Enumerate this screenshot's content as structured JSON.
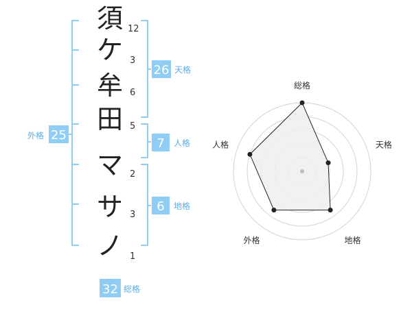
{
  "name": {
    "chars": [
      {
        "char": "須",
        "strokes": "12"
      },
      {
        "char": "ケ",
        "strokes": "3"
      },
      {
        "char": "牟",
        "strokes": "6"
      },
      {
        "char": "田",
        "strokes": "5"
      },
      {
        "char": "マ",
        "strokes": "2"
      },
      {
        "char": "サ",
        "strokes": "3"
      },
      {
        "char": "ノ",
        "strokes": "1"
      }
    ]
  },
  "kaku": {
    "tenkaku": {
      "value": "26",
      "label": "天格"
    },
    "jinkaku": {
      "value": "7",
      "label": "人格"
    },
    "chikaku": {
      "value": "6",
      "label": "地格"
    },
    "gaikaku": {
      "value": "25",
      "label": "外格"
    },
    "soukaku": {
      "value": "32",
      "label": "総格"
    }
  },
  "colors": {
    "accent": "#5aaee8",
    "badge": "#8fcdf5",
    "grid": "#d4d4d4",
    "fill": "#eeeeee",
    "line": "#222222"
  },
  "chart_data": {
    "type": "radar",
    "axes": [
      "総格",
      "天格",
      "地格",
      "外格",
      "人格"
    ],
    "values": [
      5,
      2,
      3.5,
      3.5,
      4
    ],
    "rmax": 5,
    "grid_rings": 5
  }
}
